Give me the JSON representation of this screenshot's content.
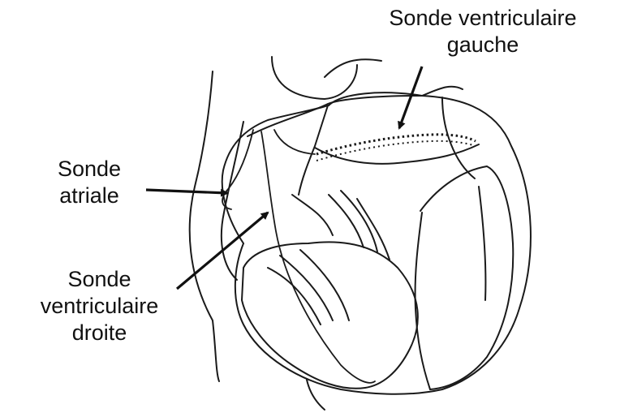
{
  "labels": {
    "left_ventricular_lead": [
      "Sonde ventriculaire",
      "gauche"
    ],
    "atrial_lead": [
      "Sonde",
      "atriale"
    ],
    "right_ventricular_lead": [
      "Sonde",
      "ventriculaire",
      "droite"
    ]
  },
  "colors": {
    "line": "#1a1a1a",
    "label_text": "#111111",
    "background": "#ffffff"
  }
}
